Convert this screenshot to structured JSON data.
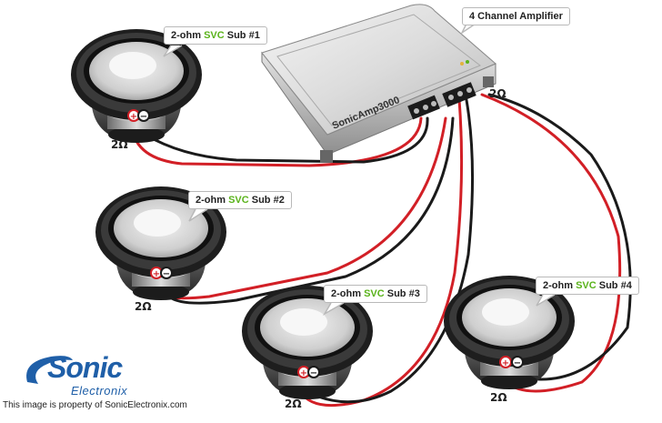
{
  "amplifier": {
    "label": "4 Channel Amplifier",
    "model": "SonicAmp3000",
    "load": "2Ω"
  },
  "subs": [
    {
      "prefix": "2-ohm ",
      "svc": "SVC",
      "suffix": " Sub #1",
      "impedance": "2Ω"
    },
    {
      "prefix": "2-ohm ",
      "svc": "SVC",
      "suffix": " Sub #2",
      "impedance": "2Ω"
    },
    {
      "prefix": "2-ohm ",
      "svc": "SVC",
      "suffix": " Sub #3",
      "impedance": "2Ω"
    },
    {
      "prefix": "2-ohm ",
      "svc": "SVC",
      "suffix": " Sub #4",
      "impedance": "2Ω"
    }
  ],
  "terminals": {
    "positive": "+",
    "negative": "−"
  },
  "brand": {
    "name": "Sonic",
    "sub": "Electronix"
  },
  "footer": "This image is property of SonicElectronix.com",
  "colors": {
    "positive_wire": "#d21f26",
    "negative_wire": "#1a1a1a",
    "svc": "#5ab31b",
    "brand": "#1f5fa8"
  }
}
